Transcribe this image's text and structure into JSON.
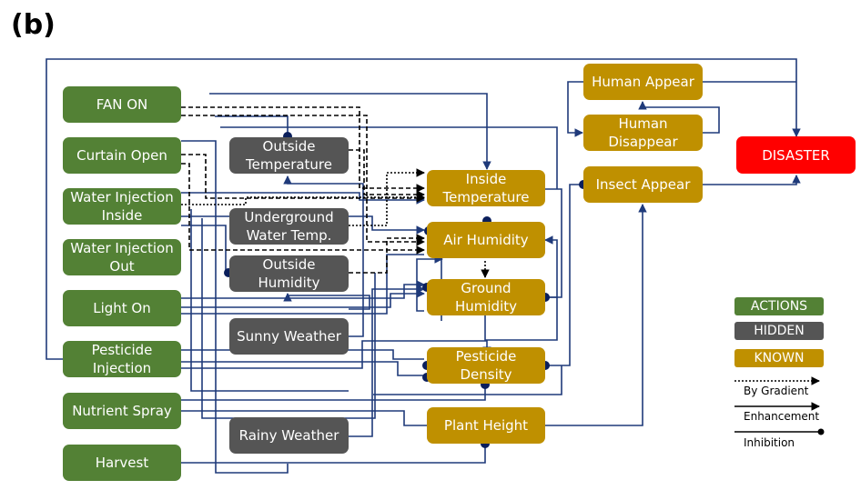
{
  "panel_label": "(b)",
  "colors": {
    "actions": "#538135",
    "hidden": "#555555",
    "known": "#bf9000",
    "disaster": "#ff0000",
    "edge": "#1f3a7a",
    "dashed_edge": "#000000"
  },
  "nodes": {
    "fan_on": {
      "label": "FAN ON",
      "type": "action"
    },
    "curtain_open": {
      "label": "Curtain Open",
      "type": "action"
    },
    "water_injection_inside": {
      "label": "Water Injection Inside",
      "type": "action"
    },
    "water_injection_out": {
      "label": "Water Injection Out",
      "type": "action"
    },
    "light_on": {
      "label": "Light On",
      "type": "action"
    },
    "pesticide_injection": {
      "label": "Pesticide Injection",
      "type": "action"
    },
    "nutrient_spray": {
      "label": "Nutrient Spray",
      "type": "action"
    },
    "harvest": {
      "label": "Harvest",
      "type": "action"
    },
    "outside_temperature": {
      "label": "Outside Temperature",
      "type": "hidden"
    },
    "underground_water_temp": {
      "label": "Underground Water Temp.",
      "type": "hidden"
    },
    "outside_humidity": {
      "label": "Outside Humidity",
      "type": "hidden"
    },
    "sunny_weather": {
      "label": "Sunny Weather",
      "type": "hidden"
    },
    "rainy_weather": {
      "label": "Rainy Weather",
      "type": "hidden"
    },
    "inside_temperature": {
      "label": "Inside Temperature",
      "type": "known"
    },
    "air_humidity": {
      "label": "Air Humidity",
      "type": "known"
    },
    "ground_humidity": {
      "label": "Ground Humidity",
      "type": "known"
    },
    "pesticide_density": {
      "label": "Pesticide Density",
      "type": "known"
    },
    "plant_height": {
      "label": "Plant Height",
      "type": "known"
    },
    "human_appear": {
      "label": "Human Appear",
      "type": "known"
    },
    "human_disappear": {
      "label": "Human Disappear",
      "type": "known"
    },
    "insect_appear": {
      "label": "Insect Appear",
      "type": "known"
    },
    "disaster": {
      "label": "DISASTER",
      "type": "disaster"
    }
  },
  "edges": [
    {
      "from": "fan_on",
      "to": "inside_temperature",
      "kind": "by_gradient"
    },
    {
      "from": "fan_on",
      "to": "air_humidity",
      "kind": "by_gradient"
    },
    {
      "from": "fan_on",
      "to": "inside_temperature",
      "kind": "enhancement"
    },
    {
      "from": "curtain_open",
      "to": "inside_temperature",
      "kind": "by_gradient"
    },
    {
      "from": "curtain_open",
      "to": "air_humidity",
      "kind": "by_gradient"
    },
    {
      "from": "water_injection_inside",
      "to": "air_humidity",
      "kind": "enhancement"
    },
    {
      "from": "water_injection_inside",
      "to": "ground_humidity",
      "kind": "enhancement"
    },
    {
      "from": "water_injection_out",
      "to": "outside_humidity",
      "kind": "inhibition"
    },
    {
      "from": "light_on",
      "to": "inside_temperature",
      "kind": "enhancement"
    },
    {
      "from": "pesticide_injection",
      "to": "pesticide_density",
      "kind": "enhancement"
    },
    {
      "from": "pesticide_injection",
      "to": "disaster",
      "kind": "enhancement"
    },
    {
      "from": "nutrient_spray",
      "to": "plant_height",
      "kind": "enhancement"
    },
    {
      "from": "harvest",
      "to": "plant_height",
      "kind": "inhibition"
    },
    {
      "from": "outside_temperature",
      "to": "inside_temperature",
      "kind": "by_gradient"
    },
    {
      "from": "underground_water_temp",
      "to": "inside_temperature",
      "kind": "by_gradient"
    },
    {
      "from": "outside_humidity",
      "to": "air_humidity",
      "kind": "by_gradient"
    },
    {
      "from": "sunny_weather",
      "to": "outside_temperature",
      "kind": "enhancement"
    },
    {
      "from": "sunny_weather",
      "to": "outside_humidity",
      "kind": "enhancement"
    },
    {
      "from": "rainy_weather",
      "to": "outside_humidity",
      "kind": "enhancement"
    },
    {
      "from": "inside_temperature",
      "to": "air_humidity",
      "kind": "inhibition"
    },
    {
      "from": "inside_temperature",
      "to": "ground_humidity",
      "kind": "inhibition"
    },
    {
      "from": "air_humidity",
      "to": "ground_humidity",
      "kind": "by_gradient"
    },
    {
      "from": "ground_humidity",
      "to": "air_humidity",
      "kind": "enhancement"
    },
    {
      "from": "pesticide_density",
      "to": "insect_appear",
      "kind": "inhibition"
    },
    {
      "from": "plant_height",
      "to": "insect_appear",
      "kind": "enhancement"
    },
    {
      "from": "human_appear",
      "to": "human_disappear",
      "kind": "enhancement"
    },
    {
      "from": "human_disappear",
      "to": "human_appear",
      "kind": "enhancement"
    },
    {
      "from": "human_appear",
      "to": "disaster",
      "kind": "enhancement"
    },
    {
      "from": "insect_appear",
      "to": "disaster",
      "kind": "enhancement"
    }
  ],
  "legend": {
    "actions": "ACTIONS",
    "hidden": "HIDDEN",
    "known": "KNOWN",
    "by_gradient": "By Gradient",
    "enhancement": "Enhancement",
    "inhibition": "Inhibition"
  }
}
